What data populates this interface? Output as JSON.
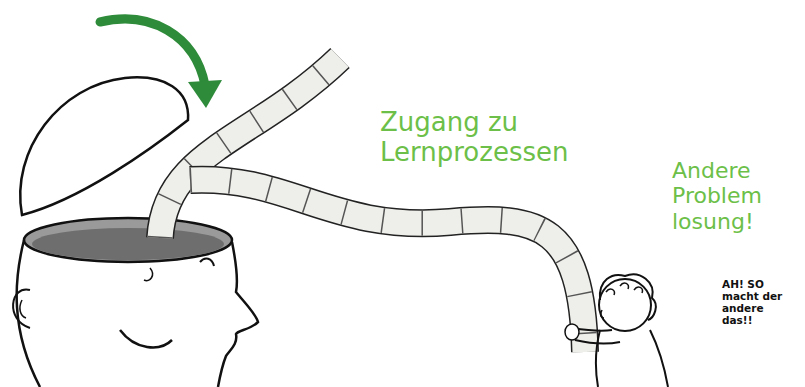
{
  "diagram": {
    "labels": [
      "Zugang zu Lernprozessen",
      "Andere Problem losung!",
      "AH! SO macht der andere das!!"
    ]
  }
}
